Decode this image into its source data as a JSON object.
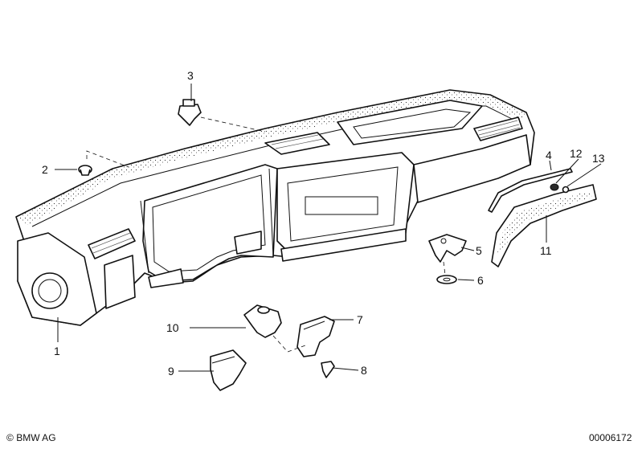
{
  "callouts": {
    "c1": "1",
    "c2": "2",
    "c3": "3",
    "c4": "4",
    "c5": "5",
    "c6": "6",
    "c7": "7",
    "c8": "8",
    "c9": "9",
    "c10": "10",
    "c11": "11",
    "c12": "12",
    "c13": "13"
  },
  "footer": {
    "brand": "BMW AG",
    "copyright_symbol": "©",
    "drawing_number": "00006172"
  },
  "colors": {
    "ink": "#111111",
    "paper": "#ffffff"
  }
}
